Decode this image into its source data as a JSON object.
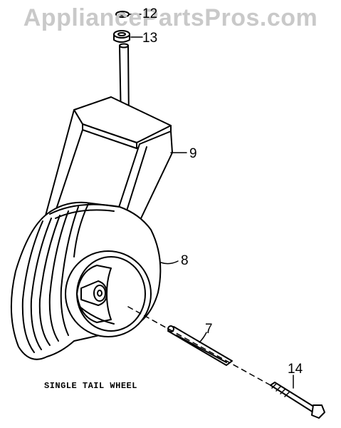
{
  "watermark": "AppliancePartsPros.com",
  "caption": "SINGLE TAIL WHEEL",
  "callouts": {
    "c12": "12",
    "c13": "13",
    "c9": "9",
    "c8": "8",
    "c7": "7",
    "c14": "14"
  },
  "colors": {
    "line": "#000000",
    "watermark": "#c9c9c9",
    "background": "#ffffff"
  }
}
